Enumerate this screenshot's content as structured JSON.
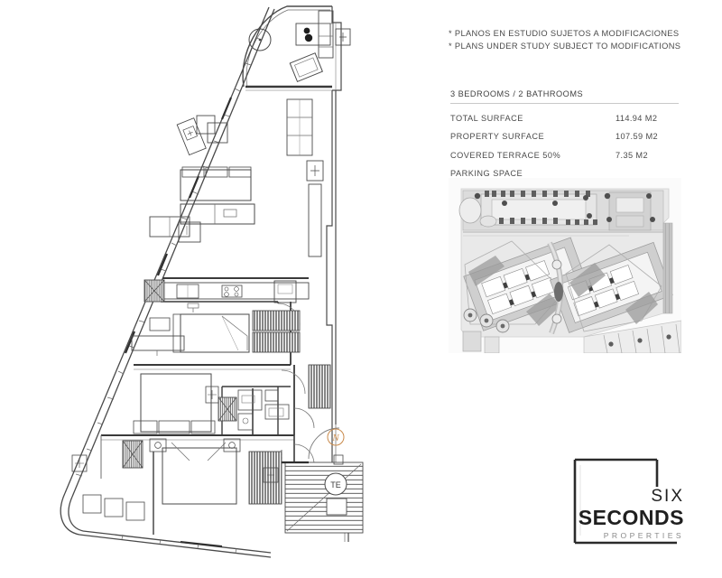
{
  "disclaimer": {
    "line_es": "* PLANOS EN ESTUDIO SUJETOS A MODIFICACIONES",
    "line_en": "* PLANS UNDER STUDY SUBJECT TO MODIFICATIONS"
  },
  "spec": {
    "title": "3 BEDROOMS / 2 BATHROOMS",
    "rows": [
      {
        "label": "TOTAL SURFACE",
        "value": "114.94 M2"
      },
      {
        "label": "PROPERTY SURFACE",
        "value": "107.59 M2"
      },
      {
        "label": "COVERED TERRACE 50%",
        "value": "7.35 M2"
      },
      {
        "label": "PARKING SPACE",
        "value": ""
      }
    ]
  },
  "siteplan": {
    "caption": "site-plan-aerial"
  },
  "logo": {
    "line1": "SIX",
    "line2": "SECONDS",
    "line3": "PROPERTIES"
  },
  "floorplan": {
    "north_marker": "N",
    "terrace_marker": "TE",
    "title": "apartment-floor-plan"
  },
  "colors": {
    "ink": "#3a3a3a",
    "line": "#555555",
    "light_line": "#9a9a9a",
    "hatch": "#6e6e6e",
    "north_marker": "#c98a4b",
    "rule": "#c9c9c9",
    "site_bg": "#f2f2f2",
    "site_mid": "#cfcfcf",
    "site_dark": "#8e8e8e",
    "background": "#ffffff"
  }
}
